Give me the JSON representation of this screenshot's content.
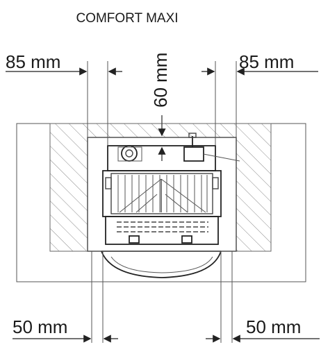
{
  "diagram": {
    "title": "COMFORT MAXI",
    "dimensions": {
      "top_left": "85 mm",
      "top_right": "85 mm",
      "center_top": "60 mm",
      "bottom_left": "50 mm",
      "bottom_right": "50 mm"
    },
    "colors": {
      "line": "#444444",
      "hatch": "#888888",
      "text": "#1a1a1a"
    }
  }
}
